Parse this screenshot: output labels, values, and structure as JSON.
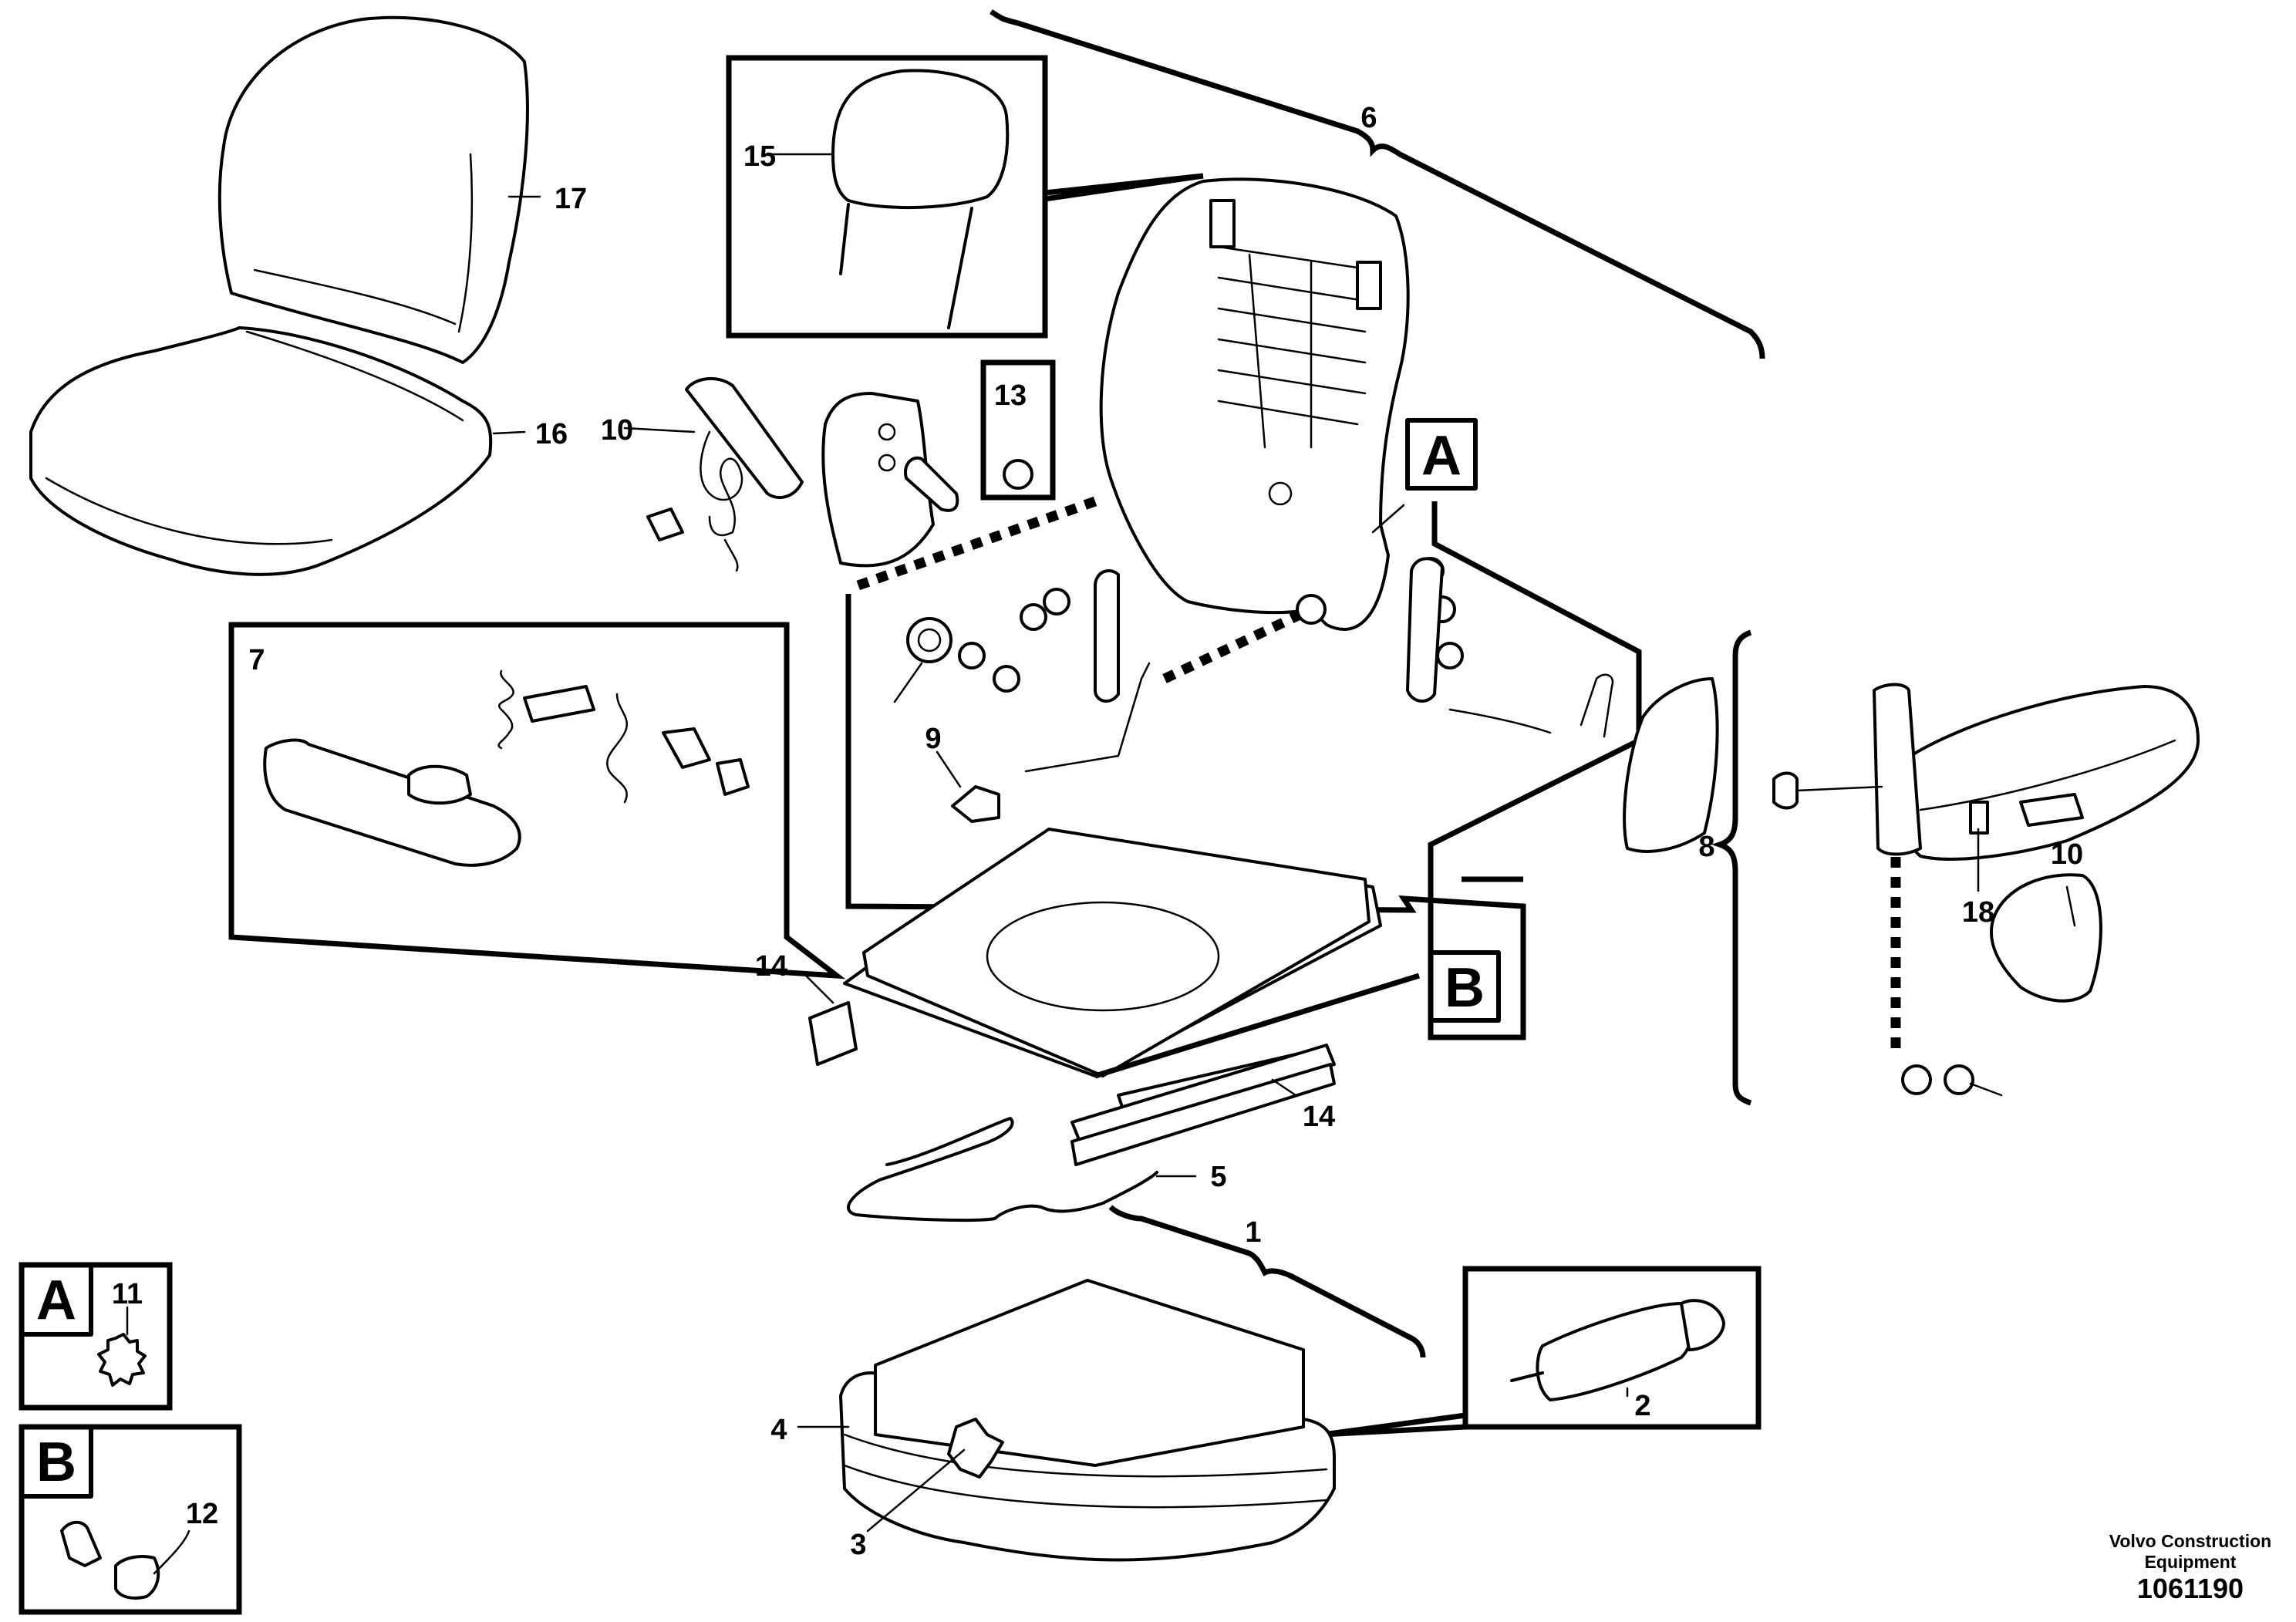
{
  "diagram": {
    "callouts": {
      "c1": "1",
      "c2": "2",
      "c3": "3",
      "c4": "4",
      "c5": "5",
      "c6": "6",
      "c7": "7",
      "c8": "8",
      "c9": "9",
      "c10a": "10",
      "c10b": "10",
      "c11": "11",
      "c12": "12",
      "c13": "13",
      "c14a": "14",
      "c14b": "14",
      "c15": "15",
      "c16": "16",
      "c17": "17",
      "c18": "18"
    },
    "detail_labels": {
      "a_main": "A",
      "b_main": "B",
      "a_inset": "A",
      "b_inset": "B"
    }
  },
  "footer": {
    "brand_line1": "Volvo Construction",
    "brand_line2": "Equipment",
    "doc_number": "1061190"
  }
}
